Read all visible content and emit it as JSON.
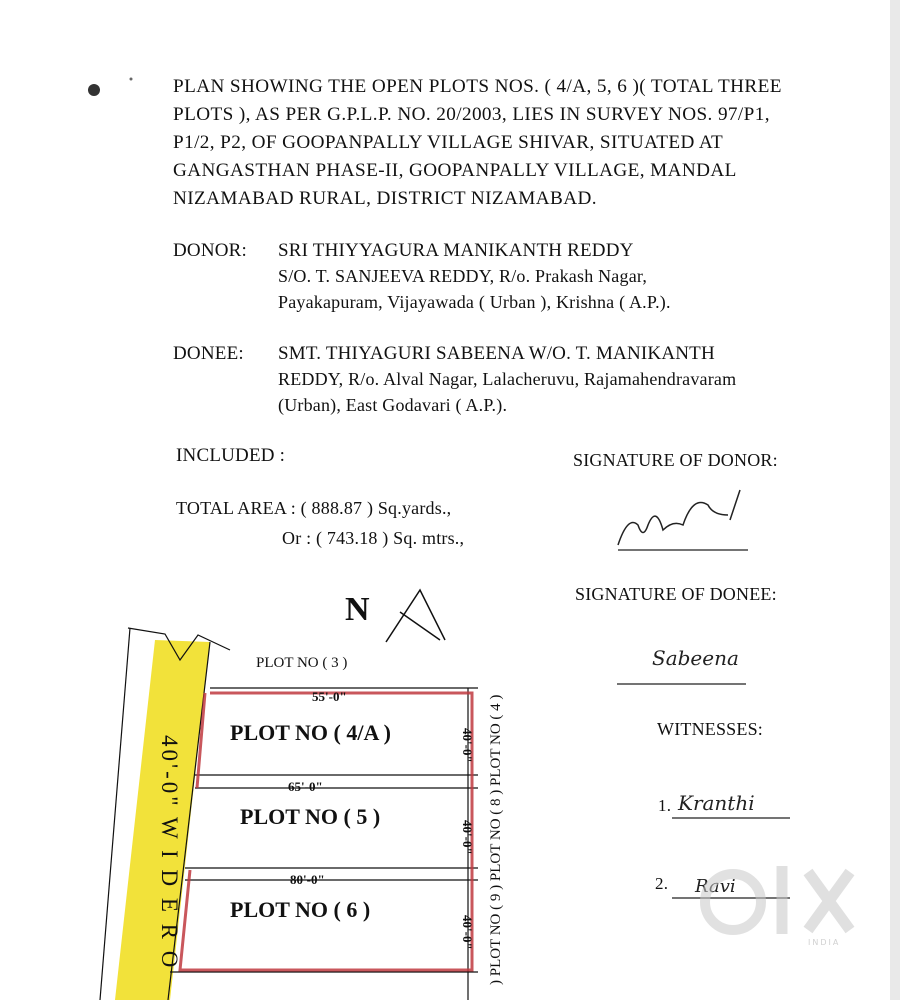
{
  "header": {
    "lines": [
      "PLAN SHOWING THE OPEN PLOTS NOS. ( 4/A, 5, 6 )( TOTAL THREE",
      "PLOTS ), AS PER G.P.L.P.   NO. 20/2003, LIES IN SURVEY NOS. 97/P1,",
      "P1/2, P2, OF GOOPANPALLY VILLAGE SHIVAR, SITUATED AT",
      "GANGASTHAN PHASE-II, GOOPANPALLY VILLAGE, MANDAL",
      "NIZAMABAD RURAL, DISTRICT NIZAMABAD."
    ]
  },
  "donor": {
    "label": "DONOR:",
    "lines": [
      "SRI  THIYYAGURA MANIKANTH REDDY",
      "S/O. T. SANJEEVA REDDY, R/o. Prakash Nagar,",
      "Payakapuram, Vijayawada ( Urban ), Krishna ( A.P.)."
    ]
  },
  "donee": {
    "label": "DONEE:",
    "lines": [
      "SMT. THIYAGURI  SABEENA  W/O. T. MANIKANTH",
      "REDDY, R/o. Alval Nagar, Lalacheruvu, Rajamahendravaram",
      "(Urban), East Godavari ( A.P.)."
    ]
  },
  "included_label": "INCLUDED :",
  "total_area": {
    "line1": "TOTAL AREA : ( 888.87 ) Sq.yards.,",
    "line2": "Or : ( 743.18 ) Sq. mtrs.,"
  },
  "signatures": {
    "donor_label": "SIGNATURE  OF DONOR:",
    "donor_sign": "Manikanth",
    "donee_label": "SIGNATURE  OF DONEE:",
    "donee_sign": "Sabeena",
    "witnesses_label": "WITNESSES:",
    "witness1_num": "1.",
    "witness1_sign": "Kranthi",
    "witness2_num": "2.",
    "witness2_sign": "Ravi"
  },
  "plan": {
    "north": "N",
    "road": "40'-0\" W I D E R O",
    "plot3": "PLOT NO  ( 3 )",
    "plots": [
      {
        "label": "PLOT NO ( 4/A )",
        "width": "55'-0\"",
        "depth": "40'-0\""
      },
      {
        "label": "PLOT NO ( 5 )",
        "width": "65'-0\"",
        "depth": "40'-0\""
      },
      {
        "label": "PLOT NO ( 6 )",
        "width": "80'-0\"",
        "depth": "40'-0\""
      }
    ],
    "east_neighbours": ") PLOT NO ( 9 ) PLOT NO ( 8 ) PLOT NO ( 4 )"
  },
  "watermark": {
    "brand": "OLX",
    "region": "INDIA"
  },
  "colors": {
    "road": "#f2e23a",
    "boundary": "#c0393f",
    "watermark": "#c8c8c8"
  }
}
